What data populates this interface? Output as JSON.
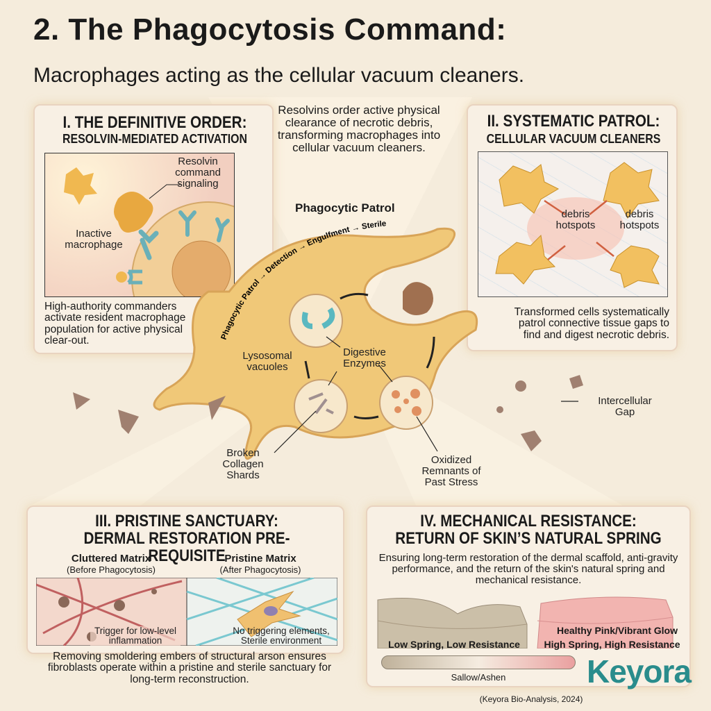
{
  "header": {
    "title": "2. The Phagocytosis Command:",
    "subtitle": "Macrophages acting as the cellular vacuum cleaners."
  },
  "center": {
    "intro": "Resolvins order active physical clearance of necrotic debris, transforming macrophages into cellular vacuum cleaners.",
    "patrol_title": "Phagocytic Patrol",
    "arc_text": "Phagocytic Patrol → Detection → Engulfment → Sterile Slate",
    "labels": {
      "lysosomal": "Lysosomal vacuoles",
      "enzymes": "Digestive Enzymes",
      "collagen": "Broken Collagen Shards",
      "oxidized": "Oxidized Remnants of Past Stress",
      "gap": "Intercellular Gap"
    }
  },
  "panel1": {
    "title_line1": "I. THE DEFINITIVE ORDER:",
    "title_line2": "RESOLVIN-MEDIATED ACTIVATION",
    "label_resolvin": "Resolvin command signaling",
    "label_inactive": "Inactive macrophage",
    "body": "High-authority commanders activate resident macrophage population for active physical clear-out."
  },
  "panel2": {
    "title_line1": "II. SYSTEMATIC PATROL:",
    "title_line2": "CELLULAR VACUUM CLEANERS",
    "label_hotspot1": "debris hotspots",
    "label_hotspot2": "debris hotspots",
    "body": "Transformed cells systematically patrol connective tissue gaps to find and digest necrotic debris."
  },
  "panel3": {
    "title": "III. PRISTINE SANCTUARY: DERMAL RESTORATION PRE-REQUISITE",
    "left_head": "Cluttered Matrix",
    "left_sub": "(Before Phagocytosis)",
    "right_head": "Pristine Matrix",
    "right_sub": "(After Phagocytosis)",
    "left_caption": "Trigger for low-level inflammation",
    "right_caption": "No triggering elements, Sterile environment",
    "body": "Removing smoldering embers of structural arson ensures fibroblasts operate within a pristine and sterile sanctuary for long-term reconstruction."
  },
  "panel4": {
    "title": "IV. MECHANICAL RESISTANCE: RETURN OF SKIN’S NATURAL SPRING",
    "body": "Ensuring long-term restoration of the dermal scaffold, anti-gravity performance, and the return of the skin's natural spring and mechanical resistance.",
    "left_label": "Low Spring, Low Resistance",
    "right_glow": "Healthy Pink/Vibrant Glow",
    "right_label": "High Spring, High Resistance",
    "scale_label": "Sallow/Ashen"
  },
  "footer": {
    "citation": "(Keyora Bio-Analysis, 2024)",
    "logo": "Keyora"
  },
  "colors": {
    "cell": "#f0c878",
    "teal": "#2a8c8c",
    "pink": "#eaa0a0",
    "ashen": "#bfb19a"
  }
}
